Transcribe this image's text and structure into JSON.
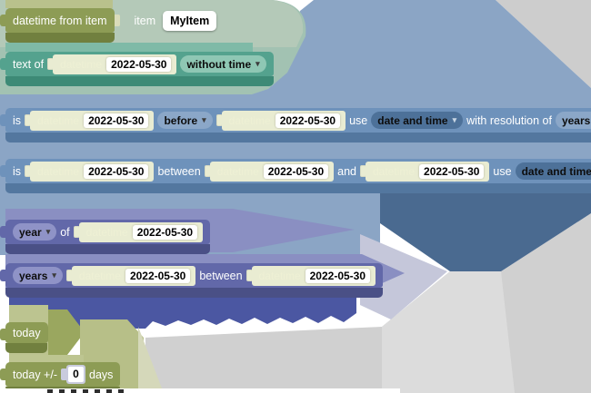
{
  "colors": {
    "olive": "#8d9c55",
    "olive_dark": "#71803f",
    "teal": "#54a28e",
    "teal_dark": "#3d8a76",
    "blue": "#6e92bb",
    "blue_dark": "#53779f",
    "purple": "#6268a9",
    "purple_dark": "#4a5086",
    "indigo_region": "#4b57a2",
    "light_blue_region": "#8ba5c5",
    "steel_region": "#4a6a90",
    "green_region": "#a2c2b2",
    "lavender_region": "#c5c7da",
    "gray_region": "#d0d0d0",
    "cream_input": "#e9ecd2"
  },
  "blocks": {
    "datetime_from_item": {
      "label": "datetime from item",
      "item_label": "item",
      "item_value": "MyItem"
    },
    "text_of": {
      "label": "text of",
      "dt": {
        "label": "datetime",
        "value": "2022-05-30"
      },
      "mode": "without time"
    },
    "is_before": {
      "is": "is",
      "dt1": {
        "label": "datetime",
        "value": "2022-05-30"
      },
      "op": "before",
      "dt2": {
        "label": "datetime",
        "value": "2022-05-30"
      },
      "use_label": "use",
      "use_value": "date and time",
      "res_label": "with resolution of",
      "res_value": "years"
    },
    "is_between": {
      "is": "is",
      "dt1": {
        "label": "datetime",
        "value": "2022-05-30"
      },
      "between_label": "between",
      "dt2": {
        "label": "datetime",
        "value": "2022-05-30"
      },
      "and_label": "and",
      "dt3": {
        "label": "datetime",
        "value": "2022-05-30"
      },
      "use_label": "use",
      "use_value": "date and time"
    },
    "year_of": {
      "unit": "year",
      "of_label": "of",
      "dt": {
        "label": "datetime",
        "value": "2022-05-30"
      }
    },
    "years_between": {
      "unit": "years",
      "dt1": {
        "label": "datetime",
        "value": "2022-05-30"
      },
      "between_label": "between",
      "dt2": {
        "label": "datetime",
        "value": "2022-05-30"
      }
    },
    "today": {
      "label": "today"
    },
    "today_offset": {
      "label": "today +/-",
      "value": "0",
      "suffix": "days"
    }
  }
}
